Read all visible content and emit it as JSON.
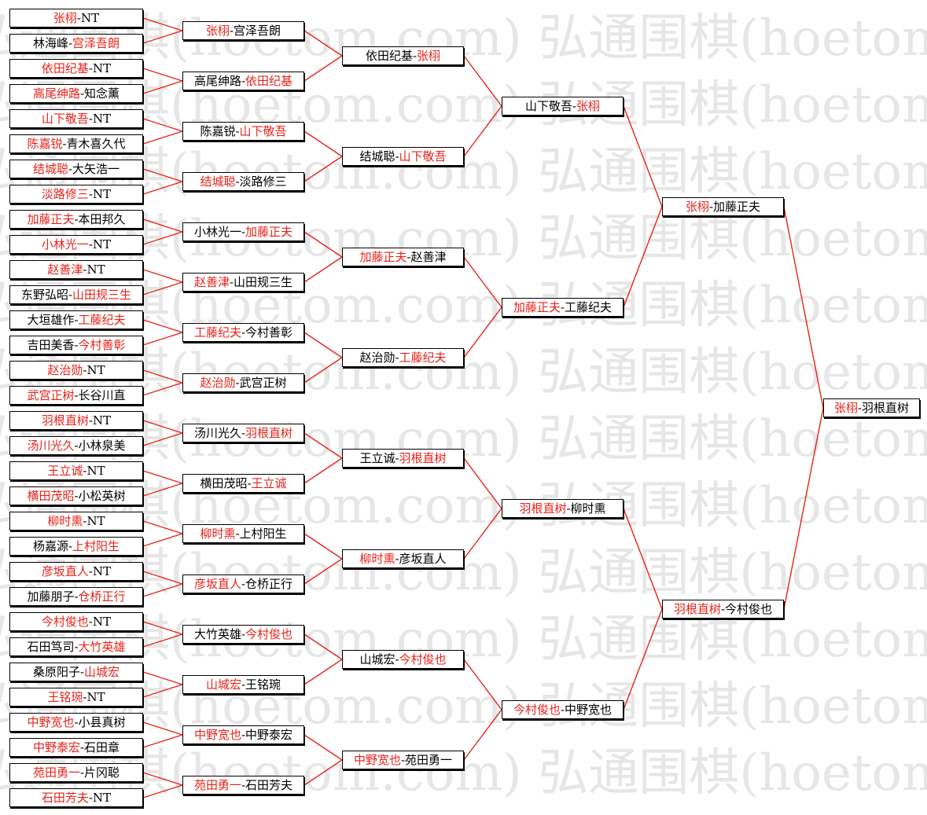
{
  "watermark": {
    "text": "弘通围棋(hoetom.com)"
  },
  "colors": {
    "winner": "#e8231a",
    "loser": "#000000",
    "line": "#e8231a",
    "box_border": "#000000",
    "watermark": "#e6e6e6"
  },
  "bracket": {
    "rounds": [
      [
        {
          "left": "张栩",
          "right": "NT",
          "winner": "left"
        },
        {
          "left": "林海峰",
          "right": "宫泽吾朗",
          "winner": "right"
        },
        {
          "left": "依田纪基",
          "right": "NT",
          "winner": "left"
        },
        {
          "left": "高尾绅路",
          "right": "知念薰",
          "winner": "left"
        },
        {
          "left": "山下敬吾",
          "right": "NT",
          "winner": "left"
        },
        {
          "left": "陈嘉锐",
          "right": "青木喜久代",
          "winner": "left"
        },
        {
          "left": "结城聪",
          "right": "大矢浩一",
          "winner": "left"
        },
        {
          "left": "淡路修三",
          "right": "NT",
          "winner": "left"
        },
        {
          "left": "加藤正夫",
          "right": "本田邦久",
          "winner": "left"
        },
        {
          "left": "小林光一",
          "right": "NT",
          "winner": "left"
        },
        {
          "left": "赵善津",
          "right": "NT",
          "winner": "left"
        },
        {
          "left": "东野弘昭",
          "right": "山田规三生",
          "winner": "right"
        },
        {
          "left": "大垣雄作",
          "right": "工藤纪夫",
          "winner": "right"
        },
        {
          "left": "吉田美香",
          "right": "今村善彰",
          "winner": "right"
        },
        {
          "left": "赵治勋",
          "right": "NT",
          "winner": "left"
        },
        {
          "left": "武宫正树",
          "right": "长谷川直",
          "winner": "left"
        },
        {
          "left": "羽根直树",
          "right": "NT",
          "winner": "left"
        },
        {
          "left": "汤川光久",
          "right": "小林泉美",
          "winner": "left"
        },
        {
          "left": "王立诚",
          "right": "NT",
          "winner": "left"
        },
        {
          "left": "横田茂昭",
          "right": "小松英树",
          "winner": "left"
        },
        {
          "left": "柳时熏",
          "right": "NT",
          "winner": "left"
        },
        {
          "left": "杨嘉源",
          "right": "上村阳生",
          "winner": "right"
        },
        {
          "left": "彦坂直人",
          "right": "NT",
          "winner": "left"
        },
        {
          "left": "加藤朋子",
          "right": "仓桥正行",
          "winner": "right"
        },
        {
          "left": "今村俊也",
          "right": "NT",
          "winner": "left"
        },
        {
          "left": "石田笃司",
          "right": "大竹英雄",
          "winner": "right"
        },
        {
          "left": "桑原阳子",
          "right": "山城宏",
          "winner": "right"
        },
        {
          "left": "王铭琬",
          "right": "NT",
          "winner": "left"
        },
        {
          "left": "中野宽也",
          "right": "小县真树",
          "winner": "left"
        },
        {
          "left": "中野泰宏",
          "right": "石田章",
          "winner": "left"
        },
        {
          "left": "苑田勇一",
          "right": "片冈聪",
          "winner": "left"
        },
        {
          "left": "石田芳夫",
          "right": "NT",
          "winner": "left"
        }
      ],
      [
        {
          "left": "张栩",
          "right": "宫泽吾朗",
          "winner": "left"
        },
        {
          "left": "高尾绅路",
          "right": "依田纪基",
          "winner": "right"
        },
        {
          "left": "陈嘉锐",
          "right": "山下敬吾",
          "winner": "right"
        },
        {
          "left": "结城聪",
          "right": "淡路修三",
          "winner": "left"
        },
        {
          "left": "小林光一",
          "right": "加藤正夫",
          "winner": "right"
        },
        {
          "left": "赵善津",
          "right": "山田规三生",
          "winner": "left"
        },
        {
          "left": "工藤纪夫",
          "right": "今村善彰",
          "winner": "left"
        },
        {
          "left": "赵治勋",
          "right": "武宫正树",
          "winner": "left"
        },
        {
          "left": "汤川光久",
          "right": "羽根直树",
          "winner": "right"
        },
        {
          "left": "横田茂昭",
          "right": "王立诚",
          "winner": "right"
        },
        {
          "left": "柳时熏",
          "right": "上村阳生",
          "winner": "left"
        },
        {
          "left": "彦坂直人",
          "right": "仓桥正行",
          "winner": "left"
        },
        {
          "left": "大竹英雄",
          "right": "今村俊也",
          "winner": "right"
        },
        {
          "left": "山城宏",
          "right": "王铭琬",
          "winner": "left"
        },
        {
          "left": "中野宽也",
          "right": "中野泰宏",
          "winner": "left"
        },
        {
          "left": "苑田勇一",
          "right": "石田芳夫",
          "winner": "left"
        }
      ],
      [
        {
          "left": "依田纪基",
          "right": "张栩",
          "winner": "right"
        },
        {
          "left": "结城聪",
          "right": "山下敬吾",
          "winner": "right"
        },
        {
          "left": "加藤正夫",
          "right": "赵善津",
          "winner": "left"
        },
        {
          "left": "赵治勋",
          "right": "工藤纪夫",
          "winner": "right"
        },
        {
          "left": "王立诚",
          "right": "羽根直树",
          "winner": "right"
        },
        {
          "left": "柳时熏",
          "right": "彦坂直人",
          "winner": "left"
        },
        {
          "left": "山城宏",
          "right": "今村俊也",
          "winner": "right"
        },
        {
          "left": "中野宽也",
          "right": "苑田勇一",
          "winner": "left"
        }
      ],
      [
        {
          "left": "山下敬吾",
          "right": "张栩",
          "winner": "right"
        },
        {
          "left": "加藤正夫",
          "right": "工藤纪夫",
          "winner": "left"
        },
        {
          "left": "羽根直树",
          "right": "柳时熏",
          "winner": "left"
        },
        {
          "left": "今村俊也",
          "right": "中野宽也",
          "winner": "left"
        }
      ],
      [
        {
          "left": "张栩",
          "right": "加藤正夫",
          "winner": "left"
        },
        {
          "left": "羽根直树",
          "right": "今村俊也",
          "winner": "left"
        }
      ],
      [
        {
          "left": "张栩",
          "right": "羽根直树",
          "winner": "left"
        }
      ]
    ]
  }
}
